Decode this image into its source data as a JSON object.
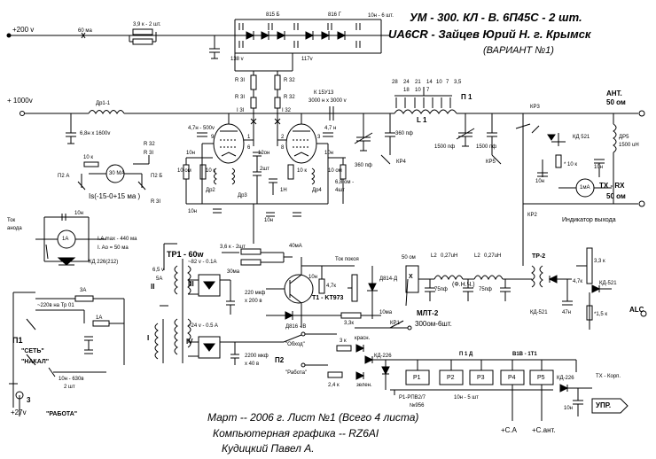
{
  "header": {
    "title": "УМ - 300.  КЛ - В.   6П45С - 2 шт.",
    "author": "UA6CR - Зайцев Юрий Н. г. Крымск",
    "variant": "(ВАРИАНТ №1)"
  },
  "footer": {
    "sheet": "Март -- 2006 г. Лист №1 (Всего 4 листа)",
    "graphics": "Компьютерная графика -- RZ6AI",
    "person": "Кудицкий  Павел  А."
  },
  "rails": {
    "plus200": "+200 v",
    "plus1000": "+ 1000v",
    "plus27": "+27v",
    "ma60": "60 ма",
    "r39": "3,9 к - 2 шт.",
    "d815b": "815 Б",
    "d816g": "816 Г",
    "c10n6": "10н - 6 шт.",
    "v138": "138 v",
    "v117": "117v"
  },
  "tubes": {
    "r30_1": "R 3I",
    "r30_2": "R 3I",
    "r32_1": "R 32",
    "r32_2": "R 32",
    "i31": "I 3I",
    "i32": "I 32",
    "c47_500": "4,7н - 500v",
    "c47n": "4,7 н",
    "c10n_a": "10н",
    "c10n_b": "10н",
    "c10n_c": "10н",
    "c10n_d": "10н",
    "c12n": "12он",
    "c2sht": "2шт",
    "c1n": "1Н",
    "ohm10_a": "10 ом",
    "ohm10_b": "10 ом",
    "k10_a": "10 к",
    "k10_b": "10 к",
    "dr2": "Др2",
    "dr3": "Др3",
    "dr4": "Др4",
    "r68": "6,8 ом -",
    "r68b": "4шт",
    "pin9": "9",
    "pin1": "1",
    "pin6": "6",
    "pin8": "8",
    "pin2": "2",
    "pin3": "3"
  },
  "meter": {
    "r10k": "10 к",
    "scale": "30 МА",
    "p2a": "П2 А",
    "p2b": "П2 Б",
    "r32": "R 32",
    "r31": "R 3I",
    "is": "Is(-15-0+15 ма )",
    "dr11": "Др1-1",
    "c68": "6,8н х 1600v"
  },
  "pi": {
    "k15u13": "К 15У13",
    "k15u13b": "3000 н х 3000 v",
    "p1": "П 1",
    "l1": "L 1",
    "taps": [
      "28",
      "24",
      "21",
      "14",
      "10",
      "7",
      "3,5"
    ],
    "taps2": [
      "18",
      "10",
      "7"
    ],
    "c360a": "360 пф",
    "c360b": "360 пф",
    "kp4": "КР4",
    "c1500a": "1500 пф",
    "c1500b": "1500 пф",
    "kp5": "КР5",
    "kp3": "КР3",
    "kp2": "КР2",
    "ant": "АНТ.",
    "ant50": "50 ом",
    "txrx": "TX - RX",
    "txrx50": "50 ом",
    "kd521": "КД 521",
    "dr5": "ДР5",
    "dr5b": "1500 uH",
    "c10n": "10н",
    "r10k": "* 10 к",
    "ma1": "1мА",
    "indicator": "Индикатор выхода"
  },
  "current": {
    "title": "Ток",
    "title2": "анода",
    "c10n": "10н",
    "meter": "1A",
    "imax": "I.A max - 440 ма",
    "io": "I. Ao = 50 ма",
    "kd226": "КД 226(212)"
  },
  "psu": {
    "tr1": "TP1 - 60w",
    "w2": "II",
    "w3": "III",
    "w4": "IV",
    "w1": "I",
    "fuse5a": "6,5 v",
    "fuse5a2": "5A",
    "v82": "~82 v - 0.1A",
    "v24": "~24 v - 0.5 A",
    "r36": "3,6 к - 2шт",
    "r30ohm": "30ма",
    "c220": "220 мкф",
    "c220b": "х 200 в",
    "c2200": "2200 мкф",
    "c2200b": "х 40 в",
    "ma40": "40мА",
    "tok": "Ток покоя",
    "t1": "T1 - KT973",
    "r47k": "4,7к",
    "r10n": "10н",
    "d814": "Д814-Д",
    "d816": "Д816 - В",
    "r33k": "3,3к",
    "r10ma": "10ма",
    "kp1": "КР1",
    "fuse3a": "3А",
    "mains": "~220в на Тр 01",
    "fuse1a": "1A",
    "p1": "П1",
    "set": "\"СЕТЬ\"",
    "nakal": "\"НАКАЛ\"",
    "rabota": "\"РАБОТА\"",
    "c10n630": "10н - 630в",
    "c2sht": "2 шт",
    "obhod": "\"Обход\"",
    "rab2": "\"Работа\"",
    "p2": "П2",
    "r3k": "3 к",
    "r24k": "2,4 к",
    "kras": "красн.",
    "zelen": "зелен.",
    "kd226": "КД-226",
    "j3": "3"
  },
  "filter": {
    "ohm50": "50 ом",
    "x": "X",
    "c75a": "75пф",
    "c75b": "75пф",
    "l2a": "L2",
    "l2b": "L2",
    "uh027a": "0,27uH",
    "uh027b": "0,27uH",
    "fnch": "(Ф.Н.Ч.)",
    "mlt": "МЛТ-2",
    "mlt2": "300ом-6шт.",
    "tr2": "TP-2",
    "kd521": "КД-521",
    "kd521b": "КД-521",
    "r33": "3,3 к",
    "r47": "4,7к",
    "c47n": "47н",
    "r15": "*1,5 к",
    "alc": "ALC"
  },
  "relays": {
    "p1d": "П 1 Д",
    "b1b": "В1В - 1Т1",
    "r1": "Р1",
    "r2": "Р2",
    "r3": "Р3",
    "r4": "Р4",
    "r5": "Р5",
    "rtype": "Р1-РПВ2/7",
    "rno": "№956",
    "c10n5": "10н - 5 шт",
    "kd226": "КД-226",
    "tx": "TX - Корп.",
    "c10n": "10н",
    "upr": "УПР.",
    "sa": "+С.А",
    "sant": "+С.ант."
  }
}
